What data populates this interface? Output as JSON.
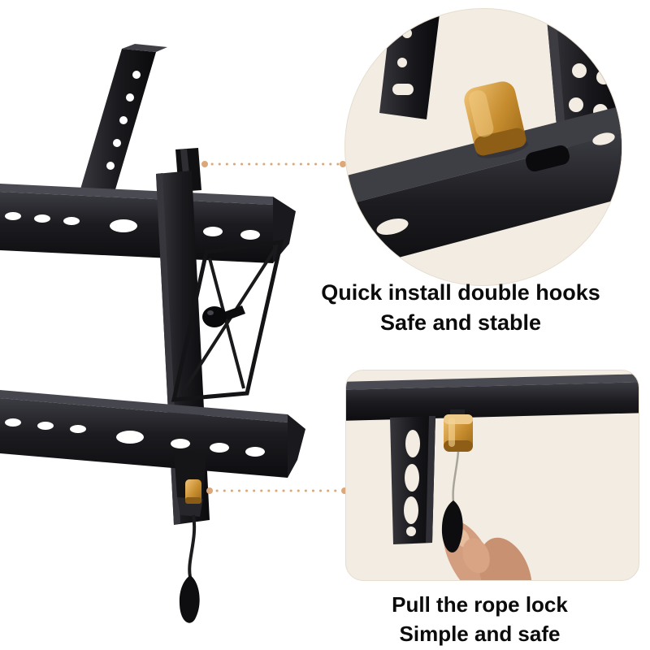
{
  "image": {
    "background": "#ffffff"
  },
  "callouts": {
    "hooks": {
      "line1": "Quick install double hooks",
      "line2": "Safe and stable"
    },
    "rope_lock": {
      "line1": "Pull the rope lock",
      "line2": "Simple and safe"
    }
  },
  "colors": {
    "accent_gold": "#c68c2e",
    "bracket_black": "#121214",
    "inset_background": "#f2ece2",
    "leader_line": "#dba87a",
    "caption_text": "#0b0b0b",
    "skin_tone": "#d39e80"
  }
}
